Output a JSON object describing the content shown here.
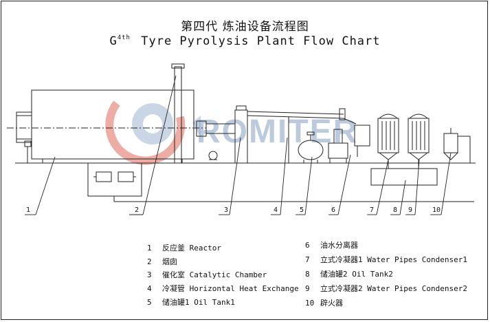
{
  "title": {
    "chinese": "第四代 炼油设备流程图",
    "english_prefix": "G",
    "english_sup": "4th",
    "english_rest": "Tyre Pyrolysis Plant Flow Chart"
  },
  "watermark": {
    "text": "ROMITER",
    "color": "#8ea8c8",
    "accent": "#e06a5a"
  },
  "callouts": [
    "1",
    "2",
    "3",
    "4",
    "5",
    "6",
    "7",
    "8",
    "9",
    "10"
  ],
  "legend": [
    {
      "num": "1",
      "label": "反应釜 Reactor"
    },
    {
      "num": "2",
      "label": "烟囱"
    },
    {
      "num": "3",
      "label": "催化室 Catalytic Chamber"
    },
    {
      "num": "4",
      "label": "冷凝管 Horizontal Heat Exchange"
    },
    {
      "num": "5",
      "label": "储油罐1 Oil Tank1"
    },
    {
      "num": "6",
      "label": "油水分离器"
    },
    {
      "num": "7",
      "label": "立式冷凝器1 Water Pipes Condenser1"
    },
    {
      "num": "8",
      "label": "储油罐2 Oil Tank2"
    },
    {
      "num": "9",
      "label": "立式冷凝器2 Water Pipes Condenser2"
    },
    {
      "num": "10",
      "label": "辟火器"
    }
  ]
}
